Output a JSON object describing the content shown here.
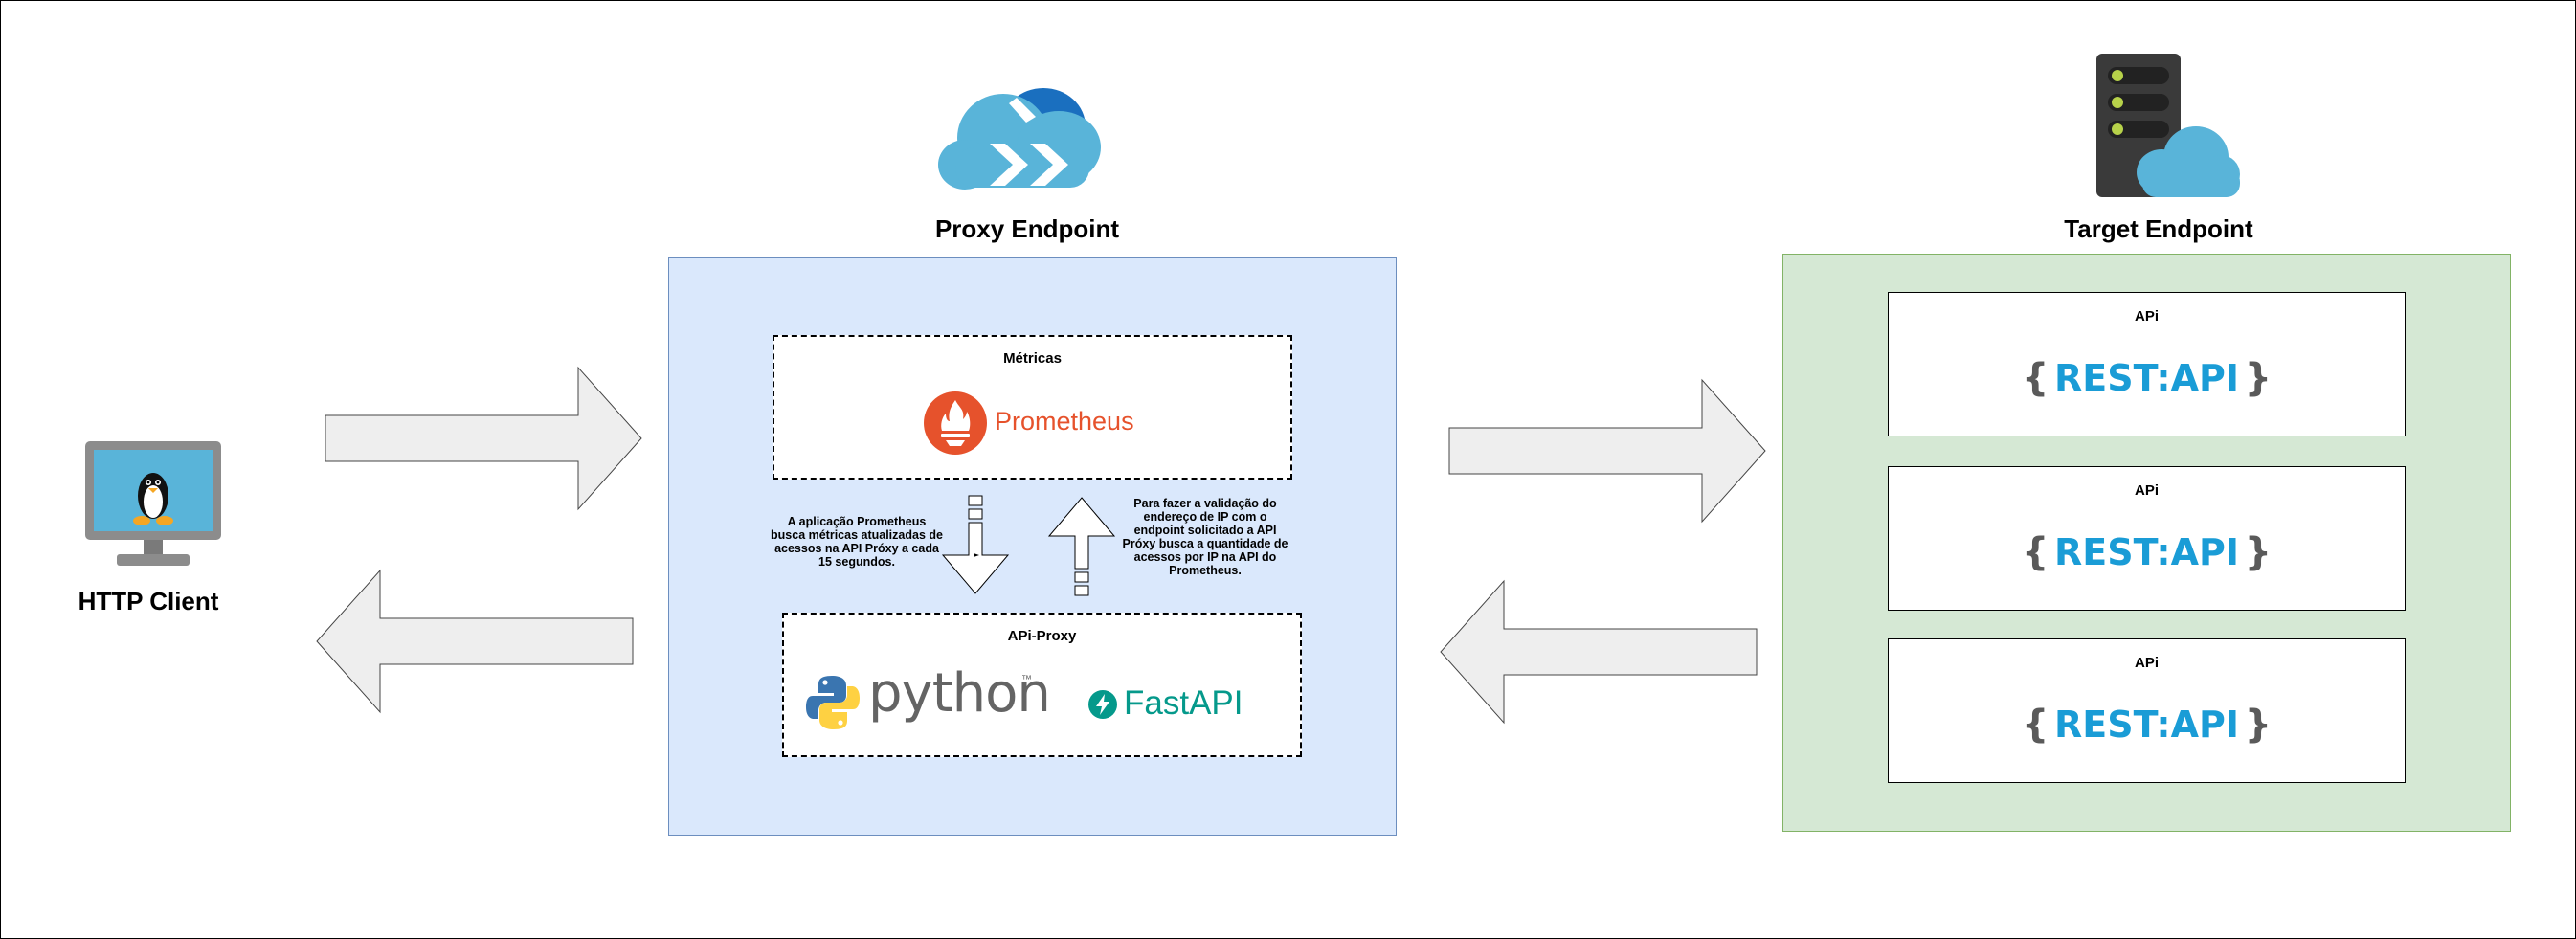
{
  "client": {
    "label": "HTTP Client",
    "icon": "linux-computer-icon"
  },
  "proxy": {
    "title": "Proxy Endpoint",
    "icon": "azure-cloud-icon",
    "metrics_box": {
      "title": "Métricas",
      "logo_text": "Prometheus"
    },
    "api_proxy_box": {
      "title": "APi-Proxy",
      "python_text": "python",
      "python_tm": "™",
      "fastapi_text": "FastAPI"
    },
    "note_left": [
      "A aplicação Prometheus",
      "busca métricas atualizadas de",
      "acessos na API Próxy a cada",
      "15 segundos."
    ],
    "note_right": [
      "Para fazer a validação do",
      "endereço de IP com o",
      "endpoint solicitado a API",
      "Próxy busca a quantidade de",
      "acessos por IP na API do",
      "Prometheus."
    ]
  },
  "target": {
    "title": "Target Endpoint",
    "icon": "server-cloud-icon",
    "apis": [
      {
        "title": "APi",
        "open": "{",
        "word": "REST:API",
        "close": "}"
      },
      {
        "title": "APi",
        "open": "{",
        "word": "REST:API",
        "close": "}"
      },
      {
        "title": "APi",
        "open": "{",
        "word": "REST:API",
        "close": "}"
      }
    ]
  },
  "colors": {
    "proxy_panel": "#dae8fc",
    "target_panel": "#d5e8d4",
    "arrow_fill": "#eeeeee",
    "prometheus": "#e6522c",
    "rest_api": "#1a9cd6",
    "fastapi": "#05998b"
  }
}
